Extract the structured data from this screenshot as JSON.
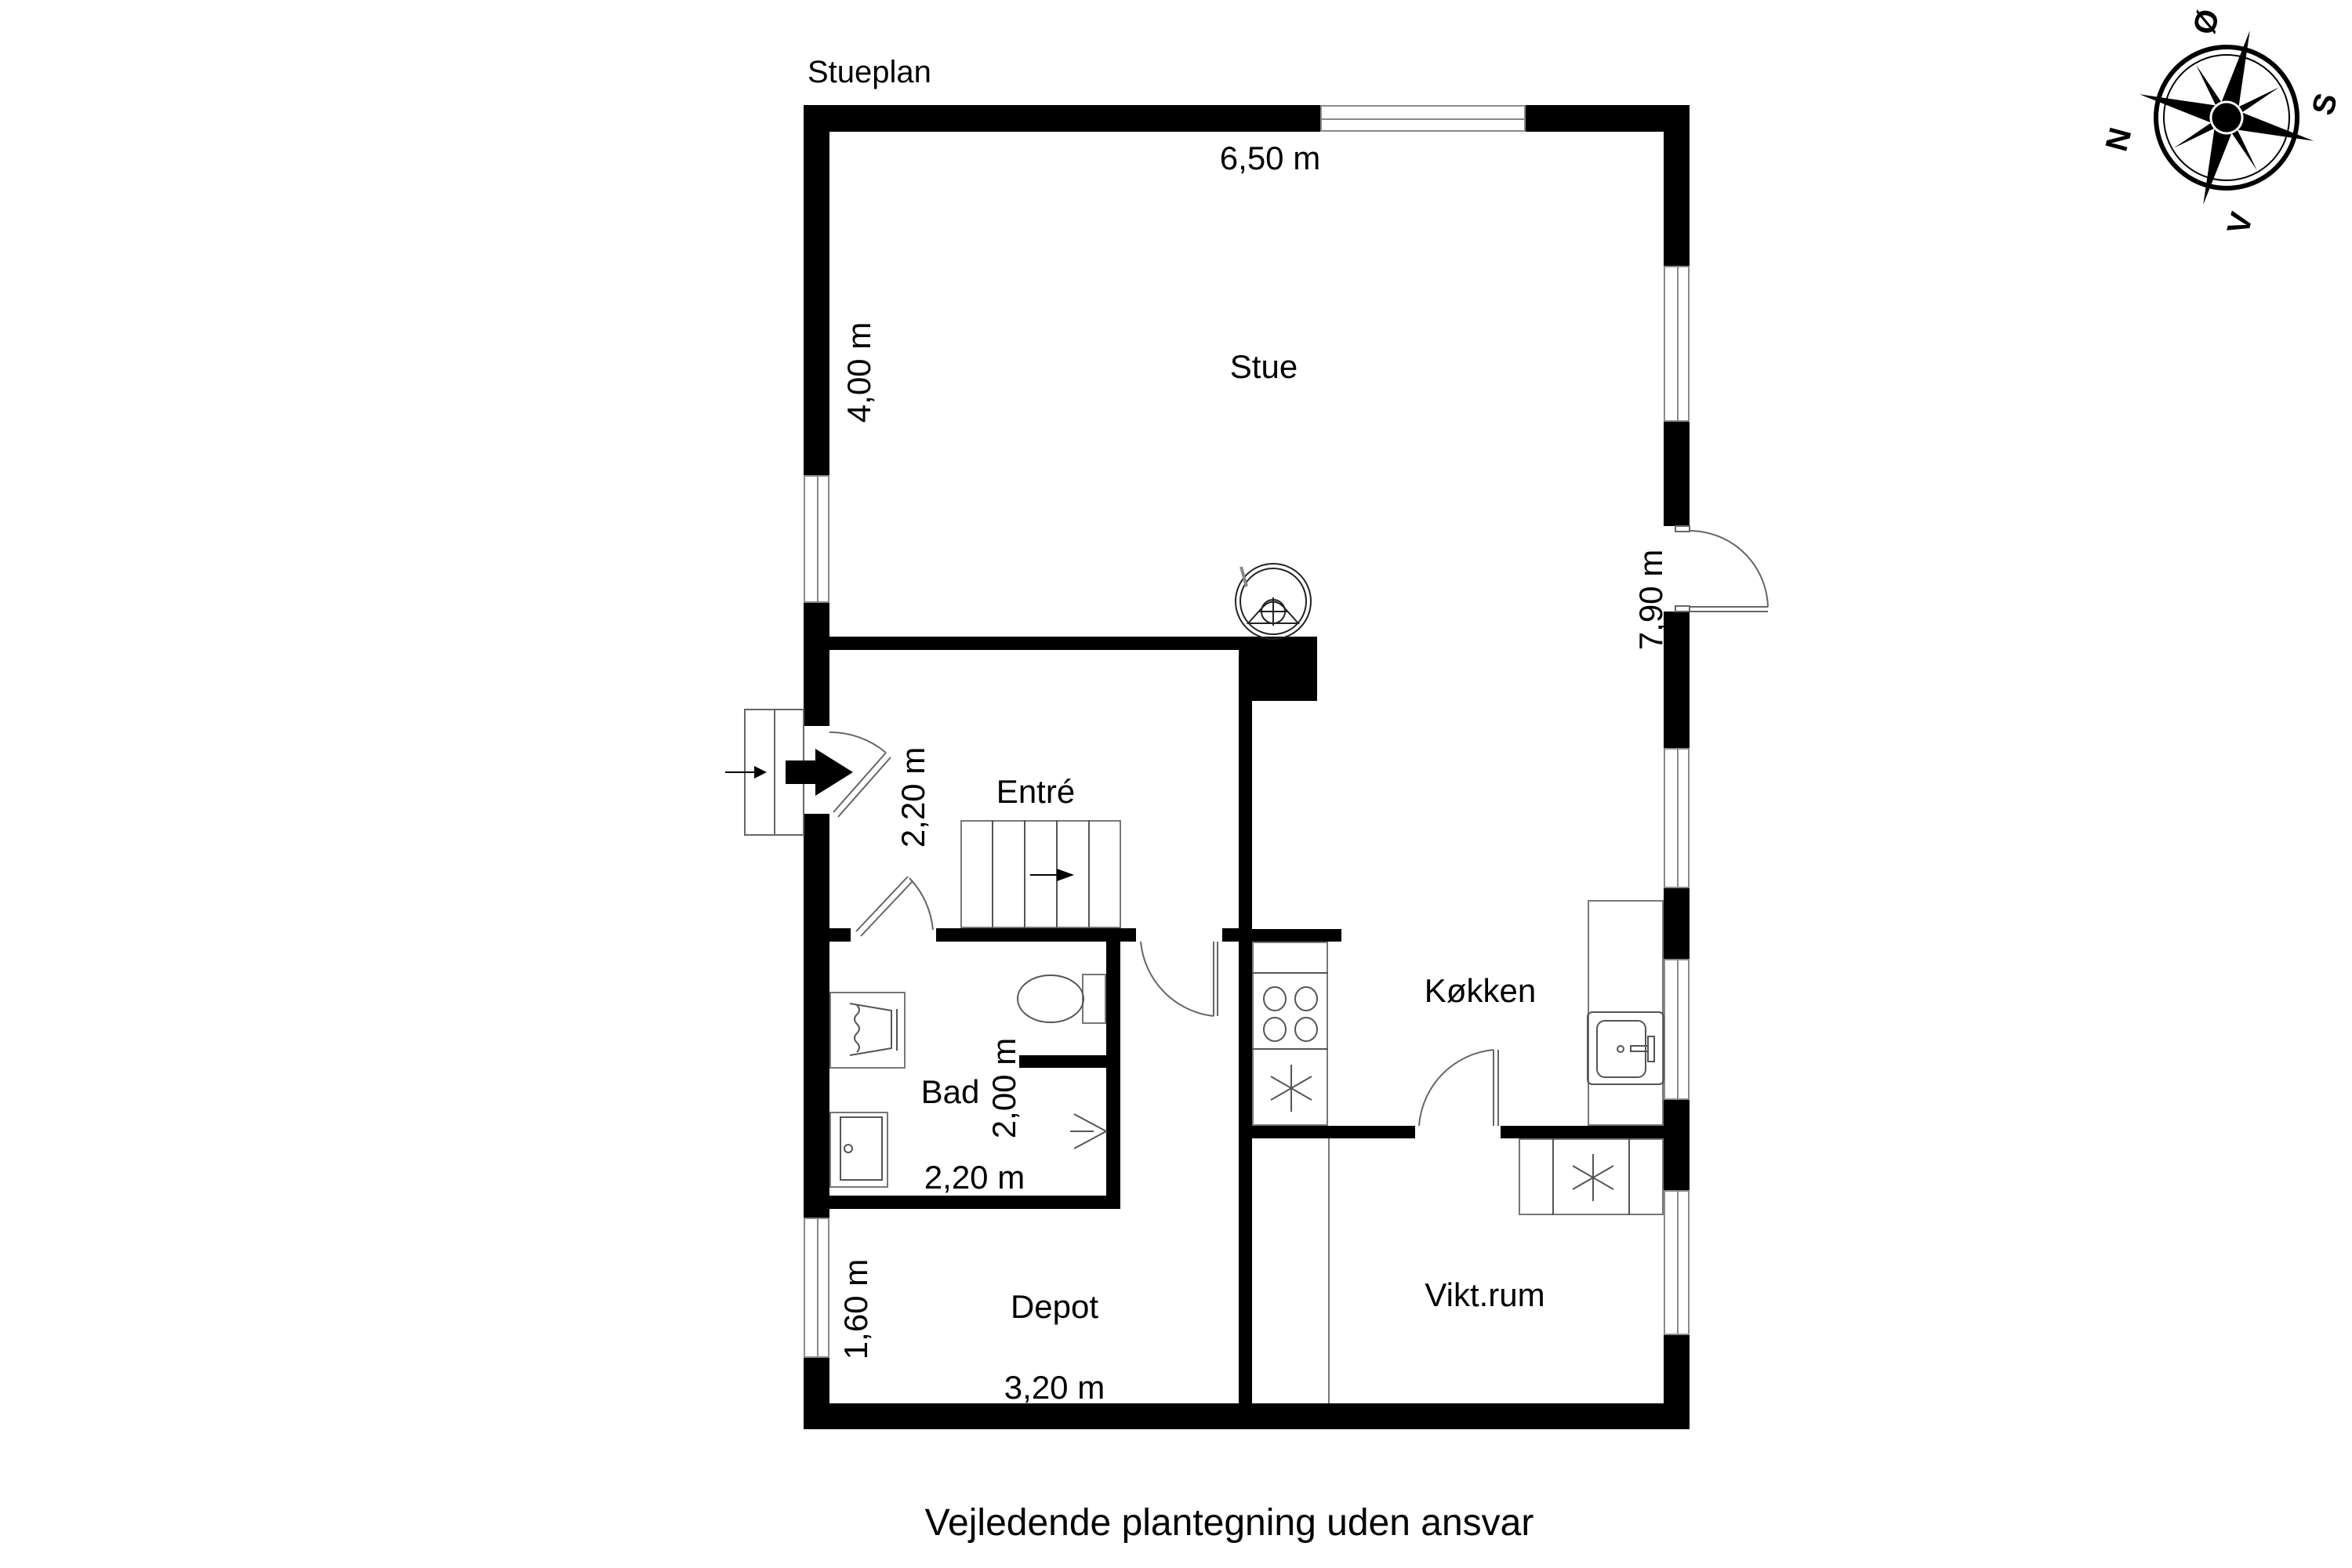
{
  "plan": {
    "title": "Stueplan",
    "caption": "Vejledende plantegning uden ansvar"
  },
  "rooms": [
    {
      "id": "stue",
      "label": "Stue"
    },
    {
      "id": "entre",
      "label": "Entré"
    },
    {
      "id": "bad",
      "label": "Bad"
    },
    {
      "id": "kokken",
      "label": "Køkken"
    },
    {
      "id": "depot",
      "label": "Depot"
    },
    {
      "id": "viktrum",
      "label": "Vikt.rum"
    }
  ],
  "dimensions": {
    "stue_width": "6,50 m",
    "stue_depth": "4,00 m",
    "house_depth": "7,90 m",
    "entre_width": "2,20 m",
    "bad_depth": "2,00 m",
    "bad_width": "2,20 m",
    "depot_depth": "1,60 m",
    "depot_width": "3,20 m"
  },
  "compass": {
    "top": "Ø",
    "right": "S",
    "bottom": "V",
    "left": "N",
    "icon": "compass-rose-icon"
  },
  "fixtures": [
    {
      "id": "fireplace",
      "icon": "wood-stove-icon"
    },
    {
      "id": "staircase",
      "icon": "staircase-icon",
      "steps": 5
    },
    {
      "id": "entrance-arrow",
      "icon": "entrance-arrow-icon"
    },
    {
      "id": "bathtub",
      "icon": "bathtub-icon"
    },
    {
      "id": "shower",
      "icon": "shower-tray-icon"
    },
    {
      "id": "toilet",
      "icon": "toilet-icon"
    },
    {
      "id": "washbasin",
      "icon": "washbasin-icon"
    },
    {
      "id": "hob",
      "icon": "hob-icon",
      "burners": 4
    },
    {
      "id": "freezer-kitchen",
      "icon": "freezer-icon"
    },
    {
      "id": "kitchen-sink",
      "icon": "sink-icon"
    },
    {
      "id": "freezer-utility",
      "icon": "freezer-icon"
    }
  ],
  "colors": {
    "wall": "#000000",
    "line": "#777777",
    "background": "#ffffff"
  }
}
